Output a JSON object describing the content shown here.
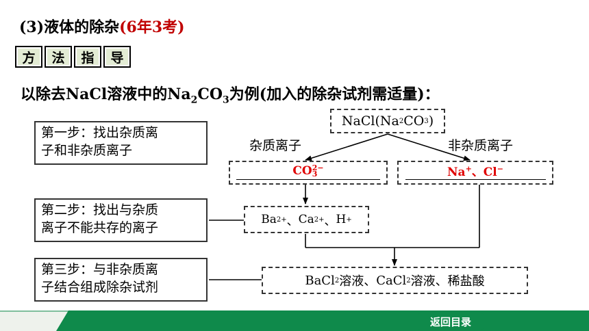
{
  "heading": {
    "main": "(3)液体的除杂",
    "note": "(6年3考)"
  },
  "method_chips": [
    "方",
    "法",
    "指",
    "导"
  ],
  "intro": {
    "p1": "以除去NaCl溶液中的Na",
    "s1": "2",
    "p2": "CO",
    "s2": "3",
    "p3": "为例(加入的除杂试剂需适量)："
  },
  "steps": {
    "step1": {
      "line1": "第一步：找出杂质离",
      "line2": "子和非杂质离子"
    },
    "step2": {
      "line1": "第二步：找出与杂质",
      "line2": "离子不能共存的离子"
    },
    "step3": {
      "line1": "第三步：与非杂质离",
      "line2": "子结合组成除杂试剂"
    }
  },
  "flow": {
    "top": {
      "a": "NaCl(Na",
      "b": "2",
      "c": "CO",
      "d": "3",
      "e": ")"
    },
    "impurity_label": "杂质离子",
    "non_impurity_label": "非杂质离子",
    "impurity_answer": {
      "base": "CO",
      "sub": "3",
      "sup": "2−"
    },
    "non_impurity_answer": {
      "a": "Na",
      "a_sup": "+",
      "sep": "、",
      "b": "Cl",
      "b_sup": "−"
    },
    "ions": {
      "i1": "Ba",
      "i1s": "2+",
      "sep1": "、",
      "i2": "Ca",
      "i2s": "2+",
      "sep2": "、",
      "i3": "H",
      "i3s": "+"
    },
    "reagents": {
      "r1": "BaCl",
      "r1s": "2",
      "r1t": "溶液、",
      "r2": "CaCl",
      "r2s": "2",
      "r2t": "溶液、稀盐酸"
    }
  },
  "footer": {
    "back_label": "返回目录"
  },
  "colors": {
    "accent_red": "#c00000",
    "answer_red": "#e00000",
    "footer_green": "#0f8a4b",
    "chip_bg": "#e3ecd4"
  }
}
